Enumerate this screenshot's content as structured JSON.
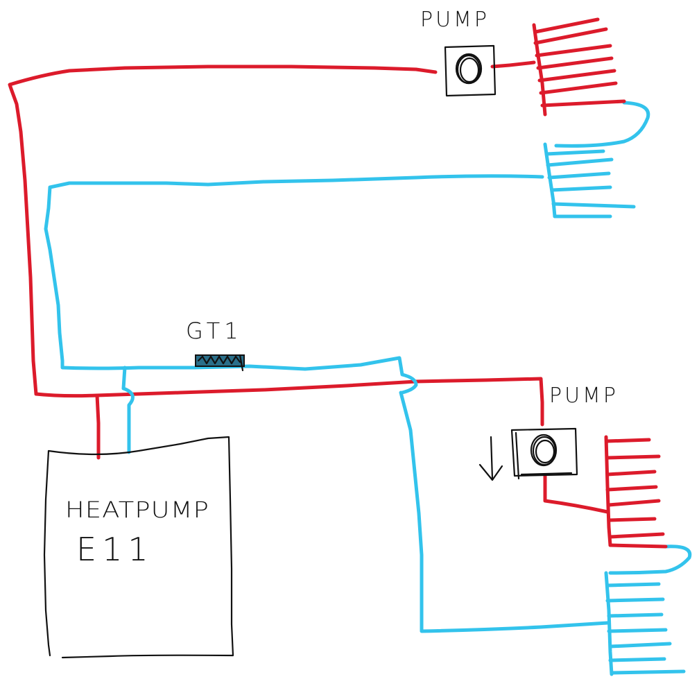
{
  "labels": {
    "pump_top": "PUMP",
    "pump_bottom": "PUMP",
    "sensor": "GT1",
    "heatpump_title": "HEATPUMP",
    "heatpump_id": "E11"
  },
  "icons": {
    "pump_top": "pump-icon",
    "pump_bottom": "pump-icon",
    "sensor": "temperature-sensor-icon",
    "flow_direction": "arrow-down-icon",
    "radiator_top_red": "radiator-coil-icon",
    "radiator_top_blue": "radiator-coil-icon",
    "radiator_bottom_red": "radiator-coil-icon",
    "radiator_bottom_blue": "radiator-coil-icon"
  },
  "colors": {
    "supply_line": "#dc1b2b",
    "return_line": "#33c3ec",
    "ink": "#111111",
    "background": "#ffffff"
  }
}
